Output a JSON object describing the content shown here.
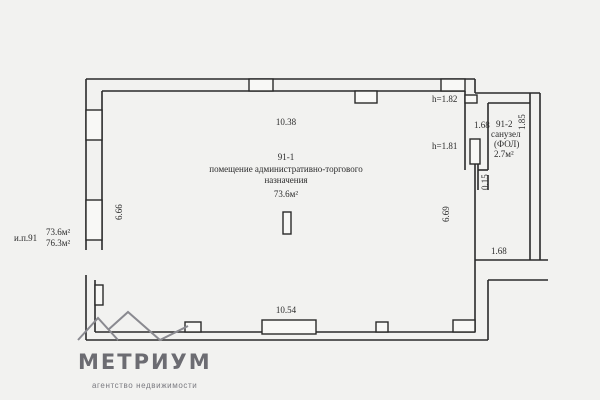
{
  "plan": {
    "room_main": {
      "number": "91-1",
      "purpose_line1": "помещение административно-торгового",
      "purpose_line2": "назначения",
      "area": "73.6м²"
    },
    "room_wc": {
      "number": "91-2",
      "name": "санузел",
      "finish": "(ФОЛ)",
      "area": "2.7м²"
    },
    "dimensions": {
      "top": "10.38",
      "bottom": "10.54",
      "left": "6.66",
      "right": "6.69",
      "wc_right": "1.85",
      "wc_width": "1.68",
      "step_bottom": "1.68",
      "small": "0.15"
    },
    "heights": {
      "h1": "h=1.82",
      "h2": "h=1.81"
    },
    "totals": {
      "label": "и.п.91",
      "area_total": "73.6м²",
      "area_full": "76.3м²"
    }
  },
  "logo": {
    "title": "МЕТРИУМ",
    "subtitle": "агентство недвижимости"
  },
  "colors": {
    "paper": "#f2f2f0",
    "wall": "#2a2a2a",
    "logo": "#6c6c72"
  }
}
